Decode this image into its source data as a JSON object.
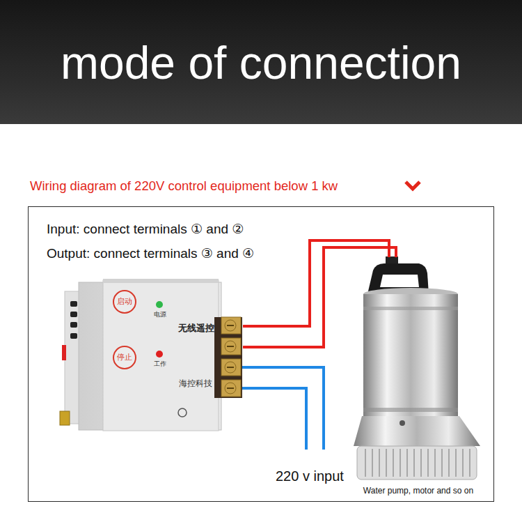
{
  "diagram": {
    "title": "mode of connection",
    "nodes": [
      {
        "text": [
          "Input: connect terminals ① and ②",
          "Output: connect terminals ③ and ④"
        ]
      },
      {
        "text": [
          "无线遥控",
          "海控科技"
        ],
        "in": 0
      },
      {
        "text": [
          "启动"
        ],
        "in": 1
      },
      {
        "text": [
          "停止"
        ],
        "in": 1
      },
      {
        "text": [
          "Water pump, motor and so on"
        ],
        "in": 0
      }
    ],
    "edges": [
      {
        "from": 1,
        "to": 4,
        "arrow": "none"
      },
      {
        "from": 1,
        "to": 4,
        "arrow": "none"
      }
    ],
    "labels": [
      "Wiring diagram of 220V control equipment below 1 kw",
      "电源",
      "工作",
      "220 v input"
    ]
  }
}
